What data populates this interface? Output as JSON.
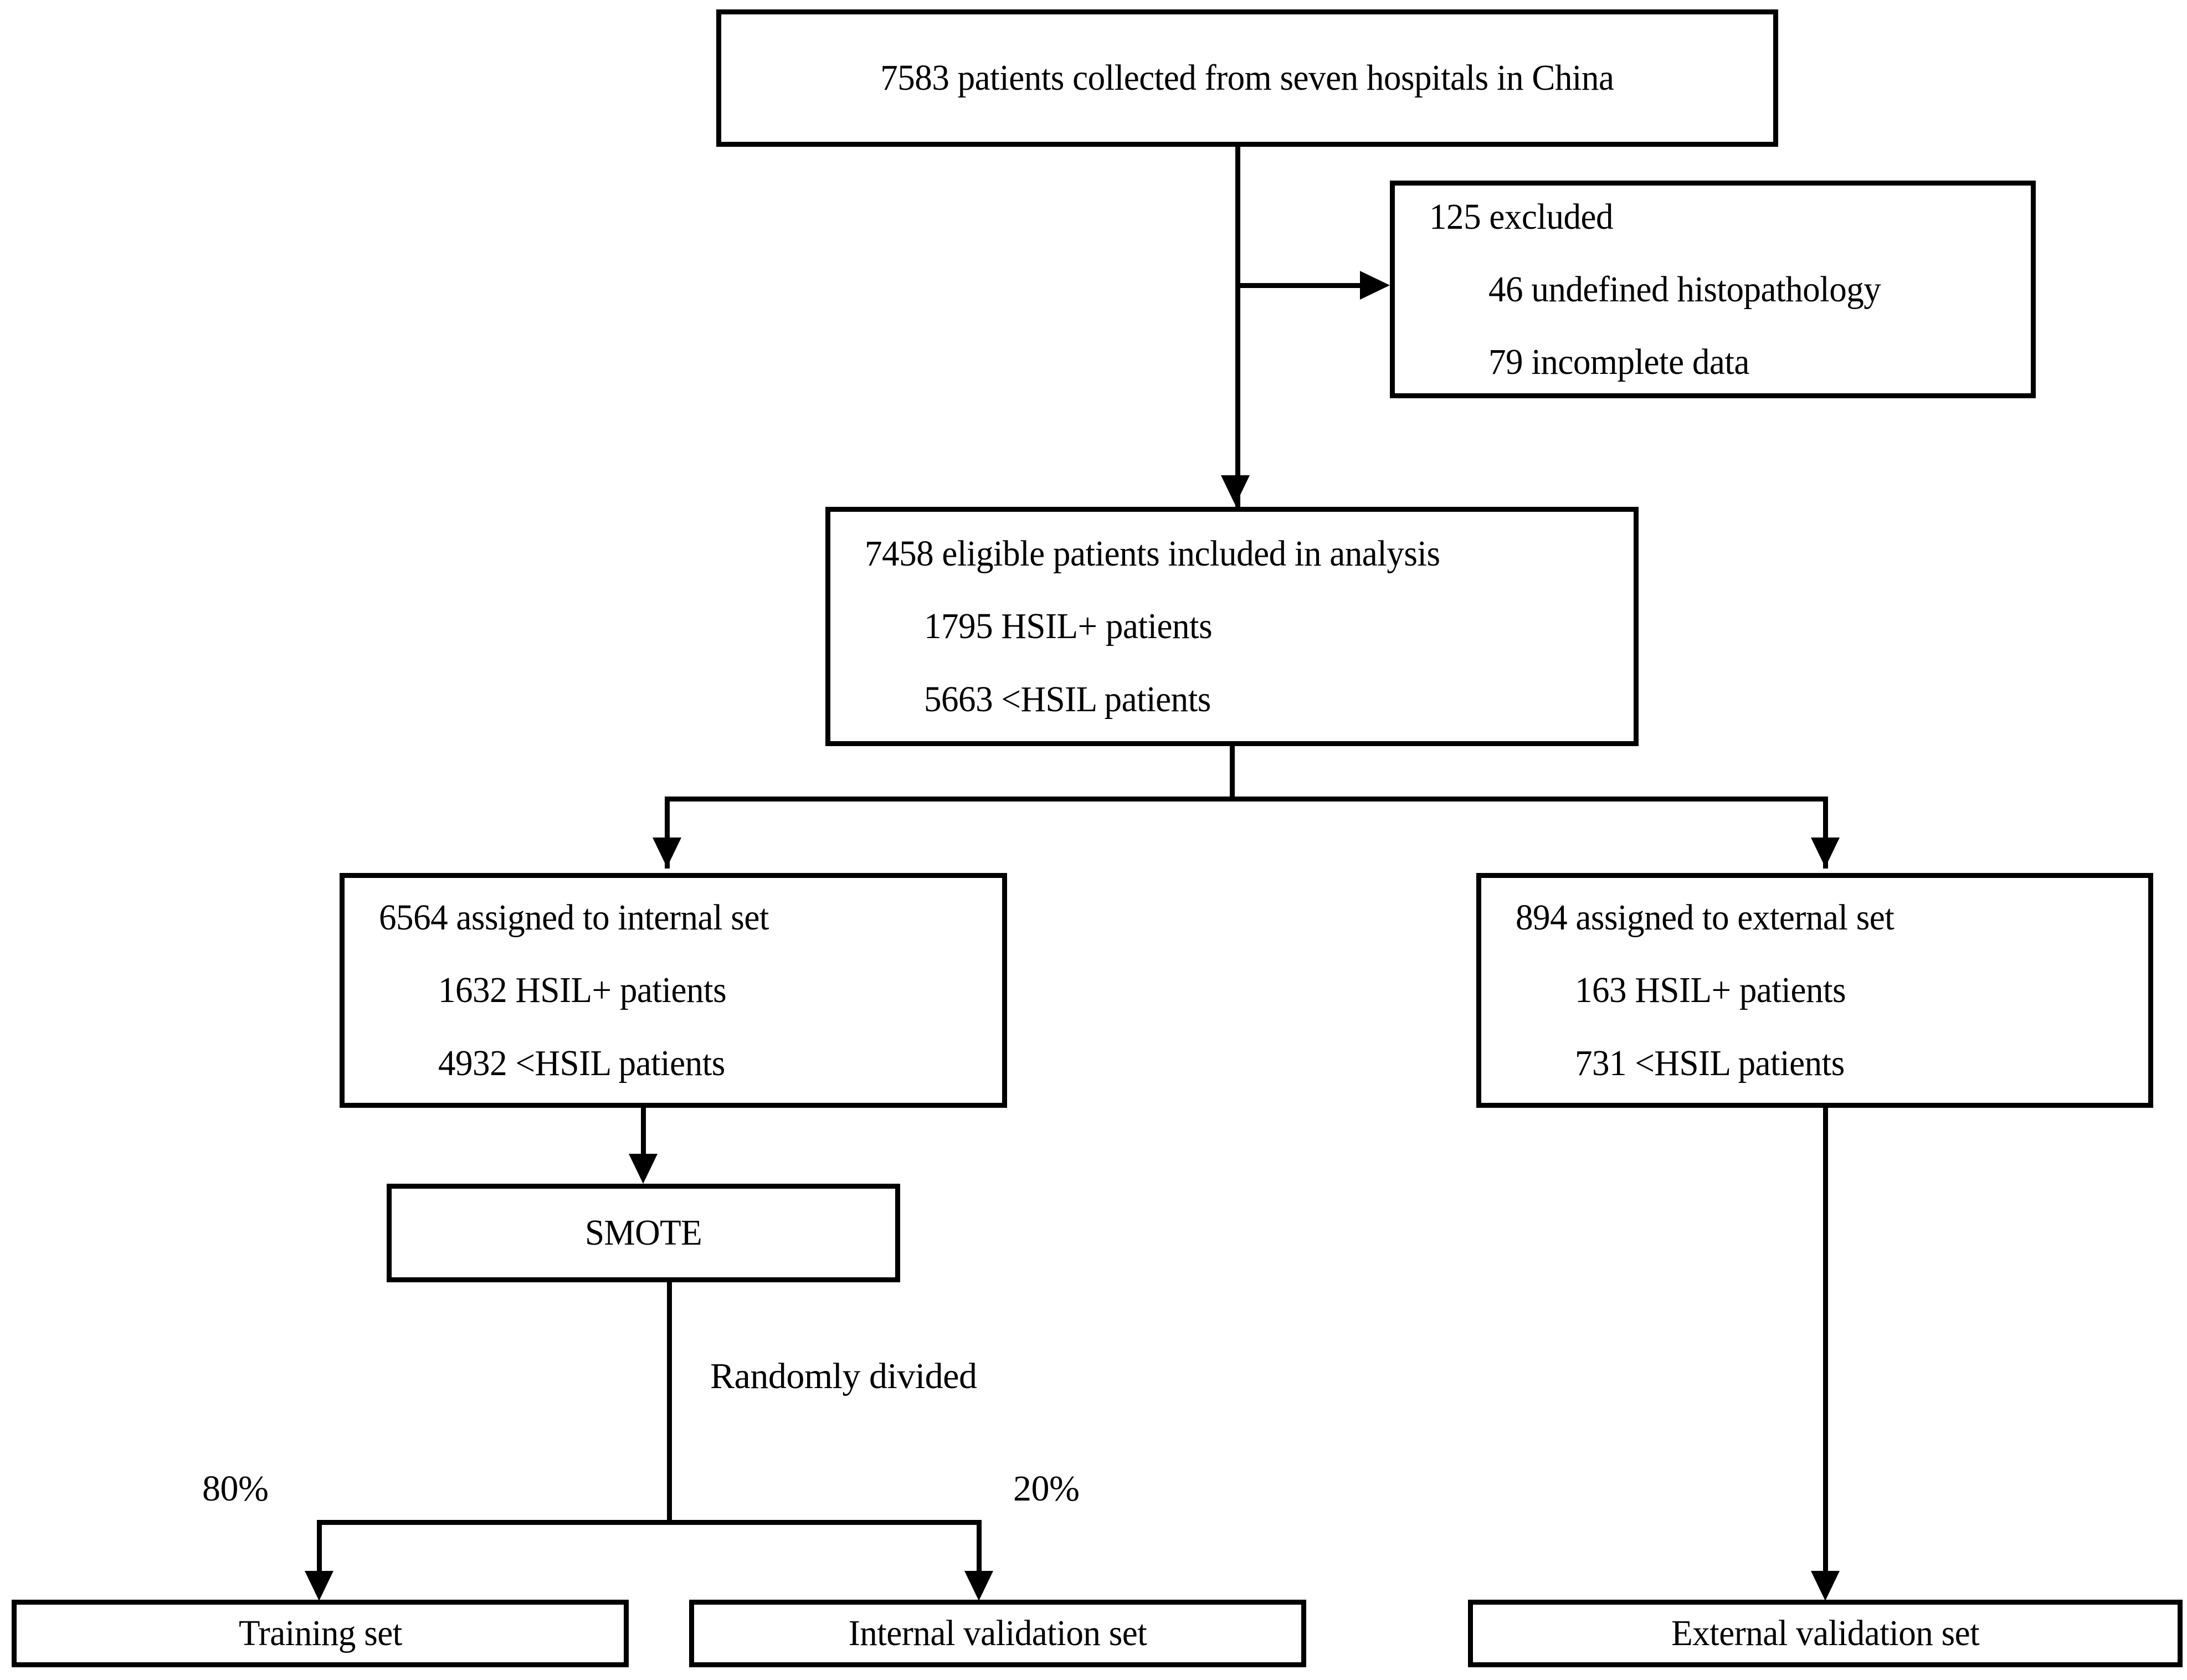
{
  "diagram": {
    "type": "flowchart",
    "title": "Patient selection and dataset split flow diagram",
    "nodes": {
      "source_cohort": {
        "lines": [
          "7583 patients collected from seven hospitals in China"
        ]
      },
      "excluded": {
        "lines": [
          "125 excluded",
          "46 undefined histopathology",
          "79 incomplete data"
        ]
      },
      "eligible": {
        "lines": [
          "7458 eligible patients included in analysis",
          "1795 HSIL+ patients",
          "5663 <HSIL patients"
        ]
      },
      "internal_set": {
        "lines": [
          "6564 assigned to internal set",
          "1632 HSIL+ patients",
          "4932 <HSIL patients"
        ]
      },
      "external_set": {
        "lines": [
          "894 assigned to external set",
          "163 HSIL+ patients",
          "731 <HSIL patients"
        ]
      },
      "smote": {
        "label": "SMOTE"
      },
      "training_set": {
        "label": "Training set"
      },
      "internal_validation_set": {
        "label": "Internal validation set"
      },
      "external_validation_set": {
        "label": "External validation set"
      }
    },
    "edge_labels": {
      "randomly_divided": "Randomly divided",
      "train_split": "80%",
      "validation_split": "20%"
    },
    "colors": {
      "stroke": "#000000",
      "fill": "#ffffff",
      "text": "#000000"
    }
  }
}
